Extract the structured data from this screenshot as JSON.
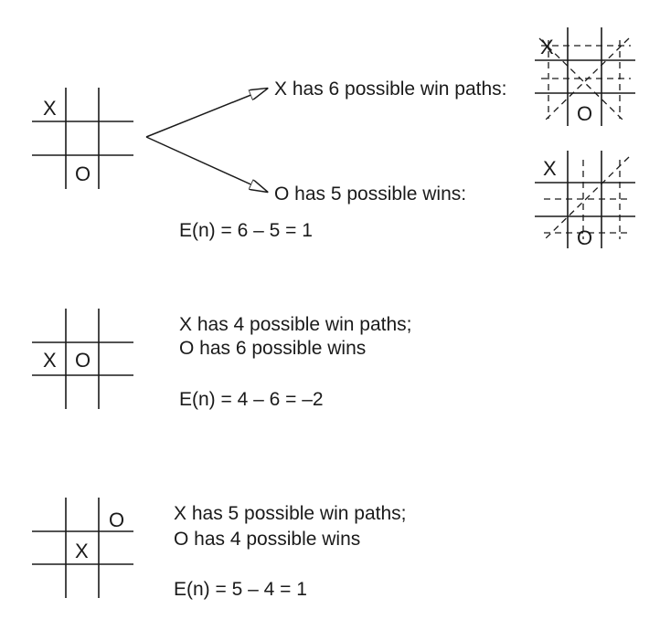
{
  "example1": {
    "board": {
      "x": "X",
      "o": "O"
    },
    "x_label": "X has 6 possible win paths:",
    "o_label": "O has 5 possible wins:",
    "equation": "E(n) = 6 – 5 = 1",
    "x_paths_board": {
      "x": "X",
      "o": "O"
    },
    "o_paths_board": {
      "x": "X",
      "o": "O"
    }
  },
  "example2": {
    "board": {
      "x": "X",
      "o": "O"
    },
    "line1": "X has 4 possible win paths;",
    "line2": "O has 6 possible wins",
    "equation": "E(n) = 4 – 6 = –2"
  },
  "example3": {
    "board": {
      "x": "X",
      "o": "O"
    },
    "line1": "X has 5 possible win paths;",
    "line2": "O has 4 possible wins",
    "equation": "E(n) = 5 – 4 = 1"
  }
}
